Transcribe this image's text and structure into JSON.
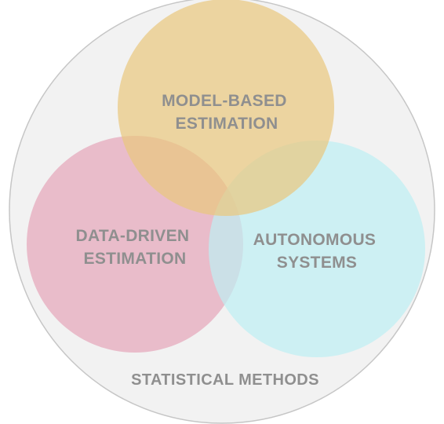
{
  "diagram": {
    "outer": {
      "label": "STATISTICAL METHODS",
      "fill": "#f2f2f2",
      "stroke": "#c6c6c6"
    },
    "circles": [
      {
        "id": "model-based",
        "lines": [
          "MODEL-BASED",
          "ESTIMATION"
        ],
        "fill": "#e9c77f"
      },
      {
        "id": "data-driven",
        "lines": [
          "DATA-DRIVEN",
          "ESTIMATION"
        ],
        "fill": "#e6a9bc"
      },
      {
        "id": "autonomous",
        "lines": [
          "AUTONOMOUS",
          "SYSTEMS"
        ],
        "fill": "#bdf0f3"
      }
    ],
    "text_color": "#8f8f8f"
  }
}
